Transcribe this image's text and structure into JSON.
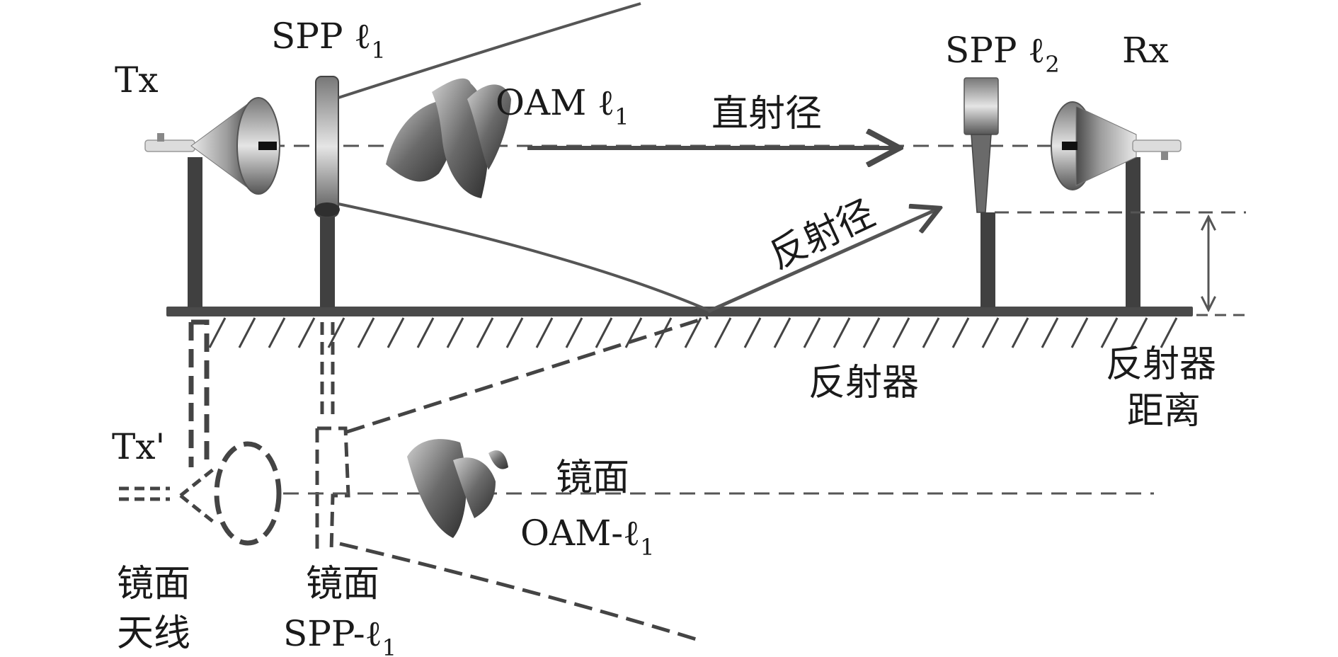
{
  "labels": {
    "tx": "Tx",
    "spp1": "SPP ℓ",
    "spp1_sub": "1",
    "oam1": "OAM ℓ",
    "oam1_sub": "1",
    "direct_path": "直射径",
    "spp2": "SPP ℓ",
    "spp2_sub": "2",
    "rx": "Rx",
    "reflect_path": "反射径",
    "reflector": "反射器",
    "reflector_distance_1": "反射器",
    "reflector_distance_2": "距离",
    "tx_mirror": "Tx'",
    "mirror_oam_1": "镜面",
    "mirror_oam_2": "OAM-ℓ",
    "mirror_oam_sub": "1",
    "mirror_antenna_1": "镜面",
    "mirror_antenna_2": "天线",
    "mirror_spp_1": "镜面",
    "mirror_spp_2": "SPP-ℓ",
    "mirror_spp_sub": "1"
  },
  "colors": {
    "ink": "#1a1a1a",
    "dark": "#3a3a3a",
    "grey": "#555555",
    "light": "#9a9a9a"
  }
}
